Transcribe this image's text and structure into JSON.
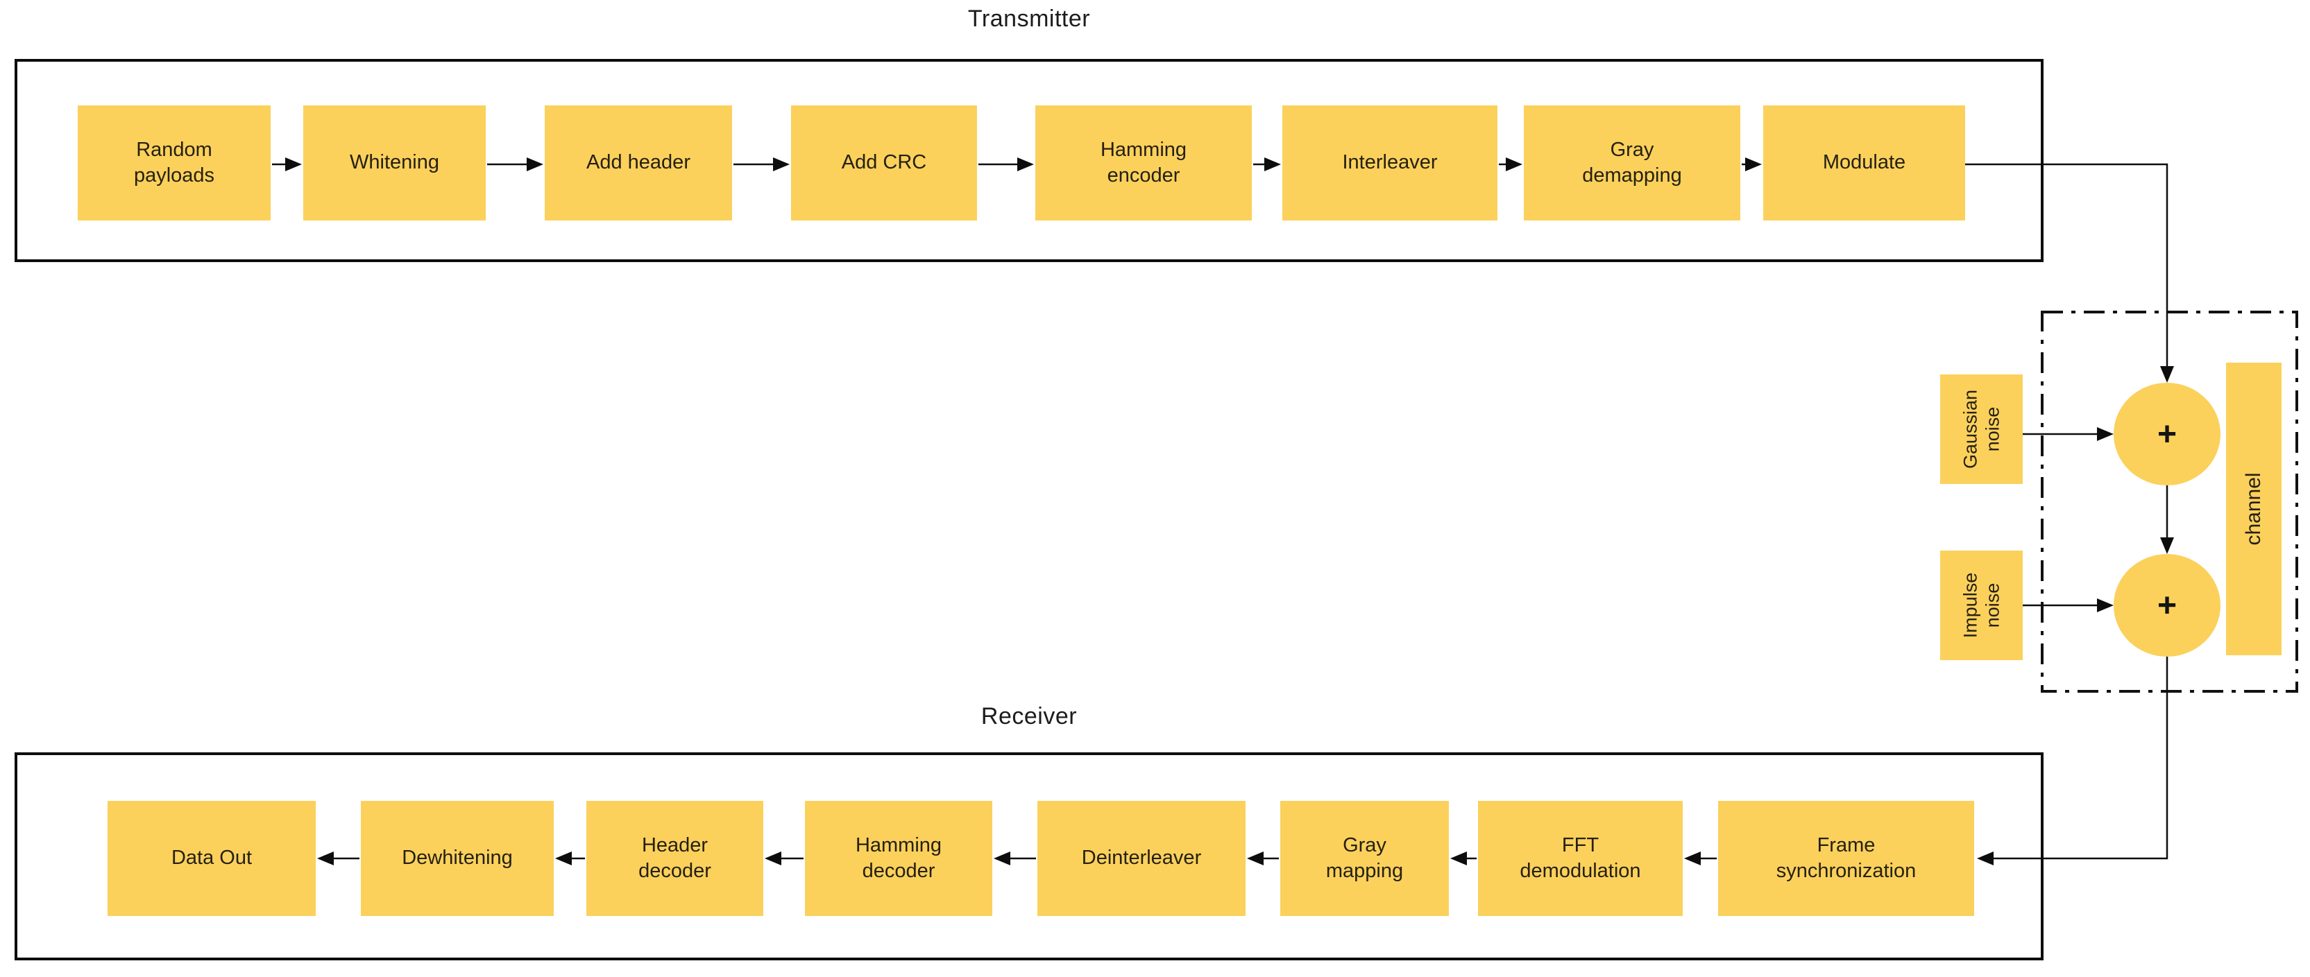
{
  "transmitter": {
    "title": "Transmitter",
    "blocks": [
      "Random\npayloads",
      "Whitening",
      "Add header",
      "Add CRC",
      "Hamming\nencoder",
      "Interleaver",
      "Gray\ndemapping",
      "Modulate"
    ]
  },
  "receiver": {
    "title": "Receiver",
    "blocks": [
      "Data Out",
      "Dewhitening",
      "Header\ndecoder",
      "Hamming\ndecoder",
      "Deinterleaver",
      "Gray\nmapping",
      "FFT\ndemodulation",
      "Frame\nsynchronization"
    ]
  },
  "channel": {
    "label": "channel",
    "adders": [
      "+",
      "+"
    ],
    "noise_sources": [
      "Gaussian\nnoise",
      "Impulse\nnoise"
    ],
    "flow_note": "Transmitter output passes through two noise adders (Gaussian, Impulse) inside the dash-dot channel boundary, then into the receiver"
  },
  "colors": {
    "block_fill": "#FBD15C",
    "line": "#0d0d0d",
    "text": "#262012",
    "background": "#FFFFFF"
  }
}
